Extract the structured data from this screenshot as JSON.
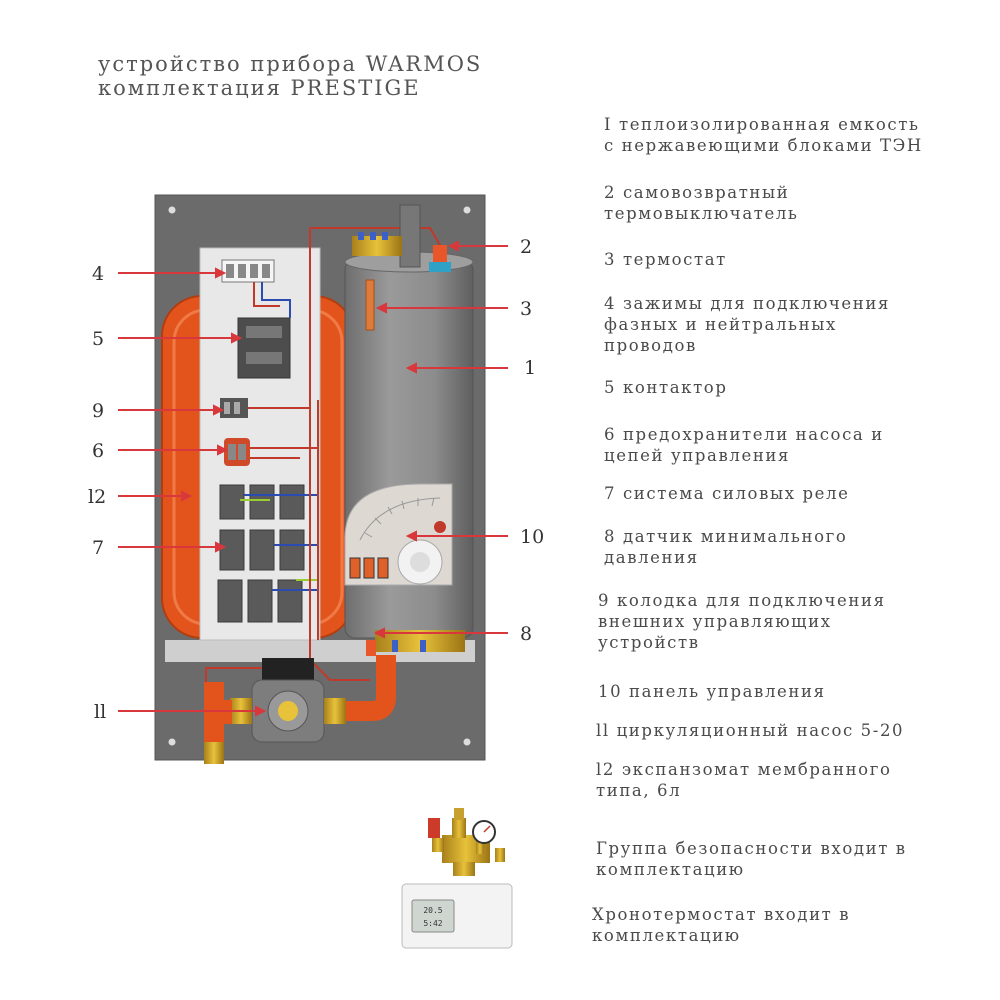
{
  "title": {
    "line1": "устройство прибора WARMOS",
    "line2": "комплектация PRESTIGE"
  },
  "callouts": [
    "2",
    "3",
    "1",
    "4",
    "5",
    "9",
    "6",
    "l2",
    "7",
    "10",
    "8",
    "ll"
  ],
  "legend": [
    {
      "l1": "I теплоизолированная емкость",
      "l2": "с нержавеющими блоками ТЭН"
    },
    {
      "l1": "2 самовозвратный",
      "l2": "термовыключатель"
    },
    {
      "l1": "3 термостат"
    },
    {
      "l1": "4 зажимы для подключения",
      "l2": "фазных и нейтральных",
      "l3": "проводов"
    },
    {
      "l1": "5 контактор"
    },
    {
      "l1": "6 предохранители насоса и",
      "l2": "цепей управления"
    },
    {
      "l1": "7 система силовых реле"
    },
    {
      "l1": "8 датчик минимального",
      "l2": "давления"
    },
    {
      "l1": "9 колодка для подключения",
      "l2": "внешних управляющих",
      "l3": "устройств"
    },
    {
      "l1": "10 панель управления"
    },
    {
      "l1": "ll циркуляционный насос 5-20"
    },
    {
      "l1": "l2 экспанзомат мембранного",
      "l2": "типа, 6л"
    },
    {
      "l1": "Группа безопасности входит в",
      "l2": "комплектацию"
    },
    {
      "l1": "Хронотермостат входит в",
      "l2": "комплектацию"
    }
  ],
  "thermostat_display": {
    "line1": "20.5",
    "line2": "5:42"
  },
  "colors": {
    "housing": "#6b6b6b",
    "tank": "#8a8a8a",
    "expansion": "#e3541d",
    "callout_line": "#d8383c",
    "brass": "#c9a227"
  }
}
